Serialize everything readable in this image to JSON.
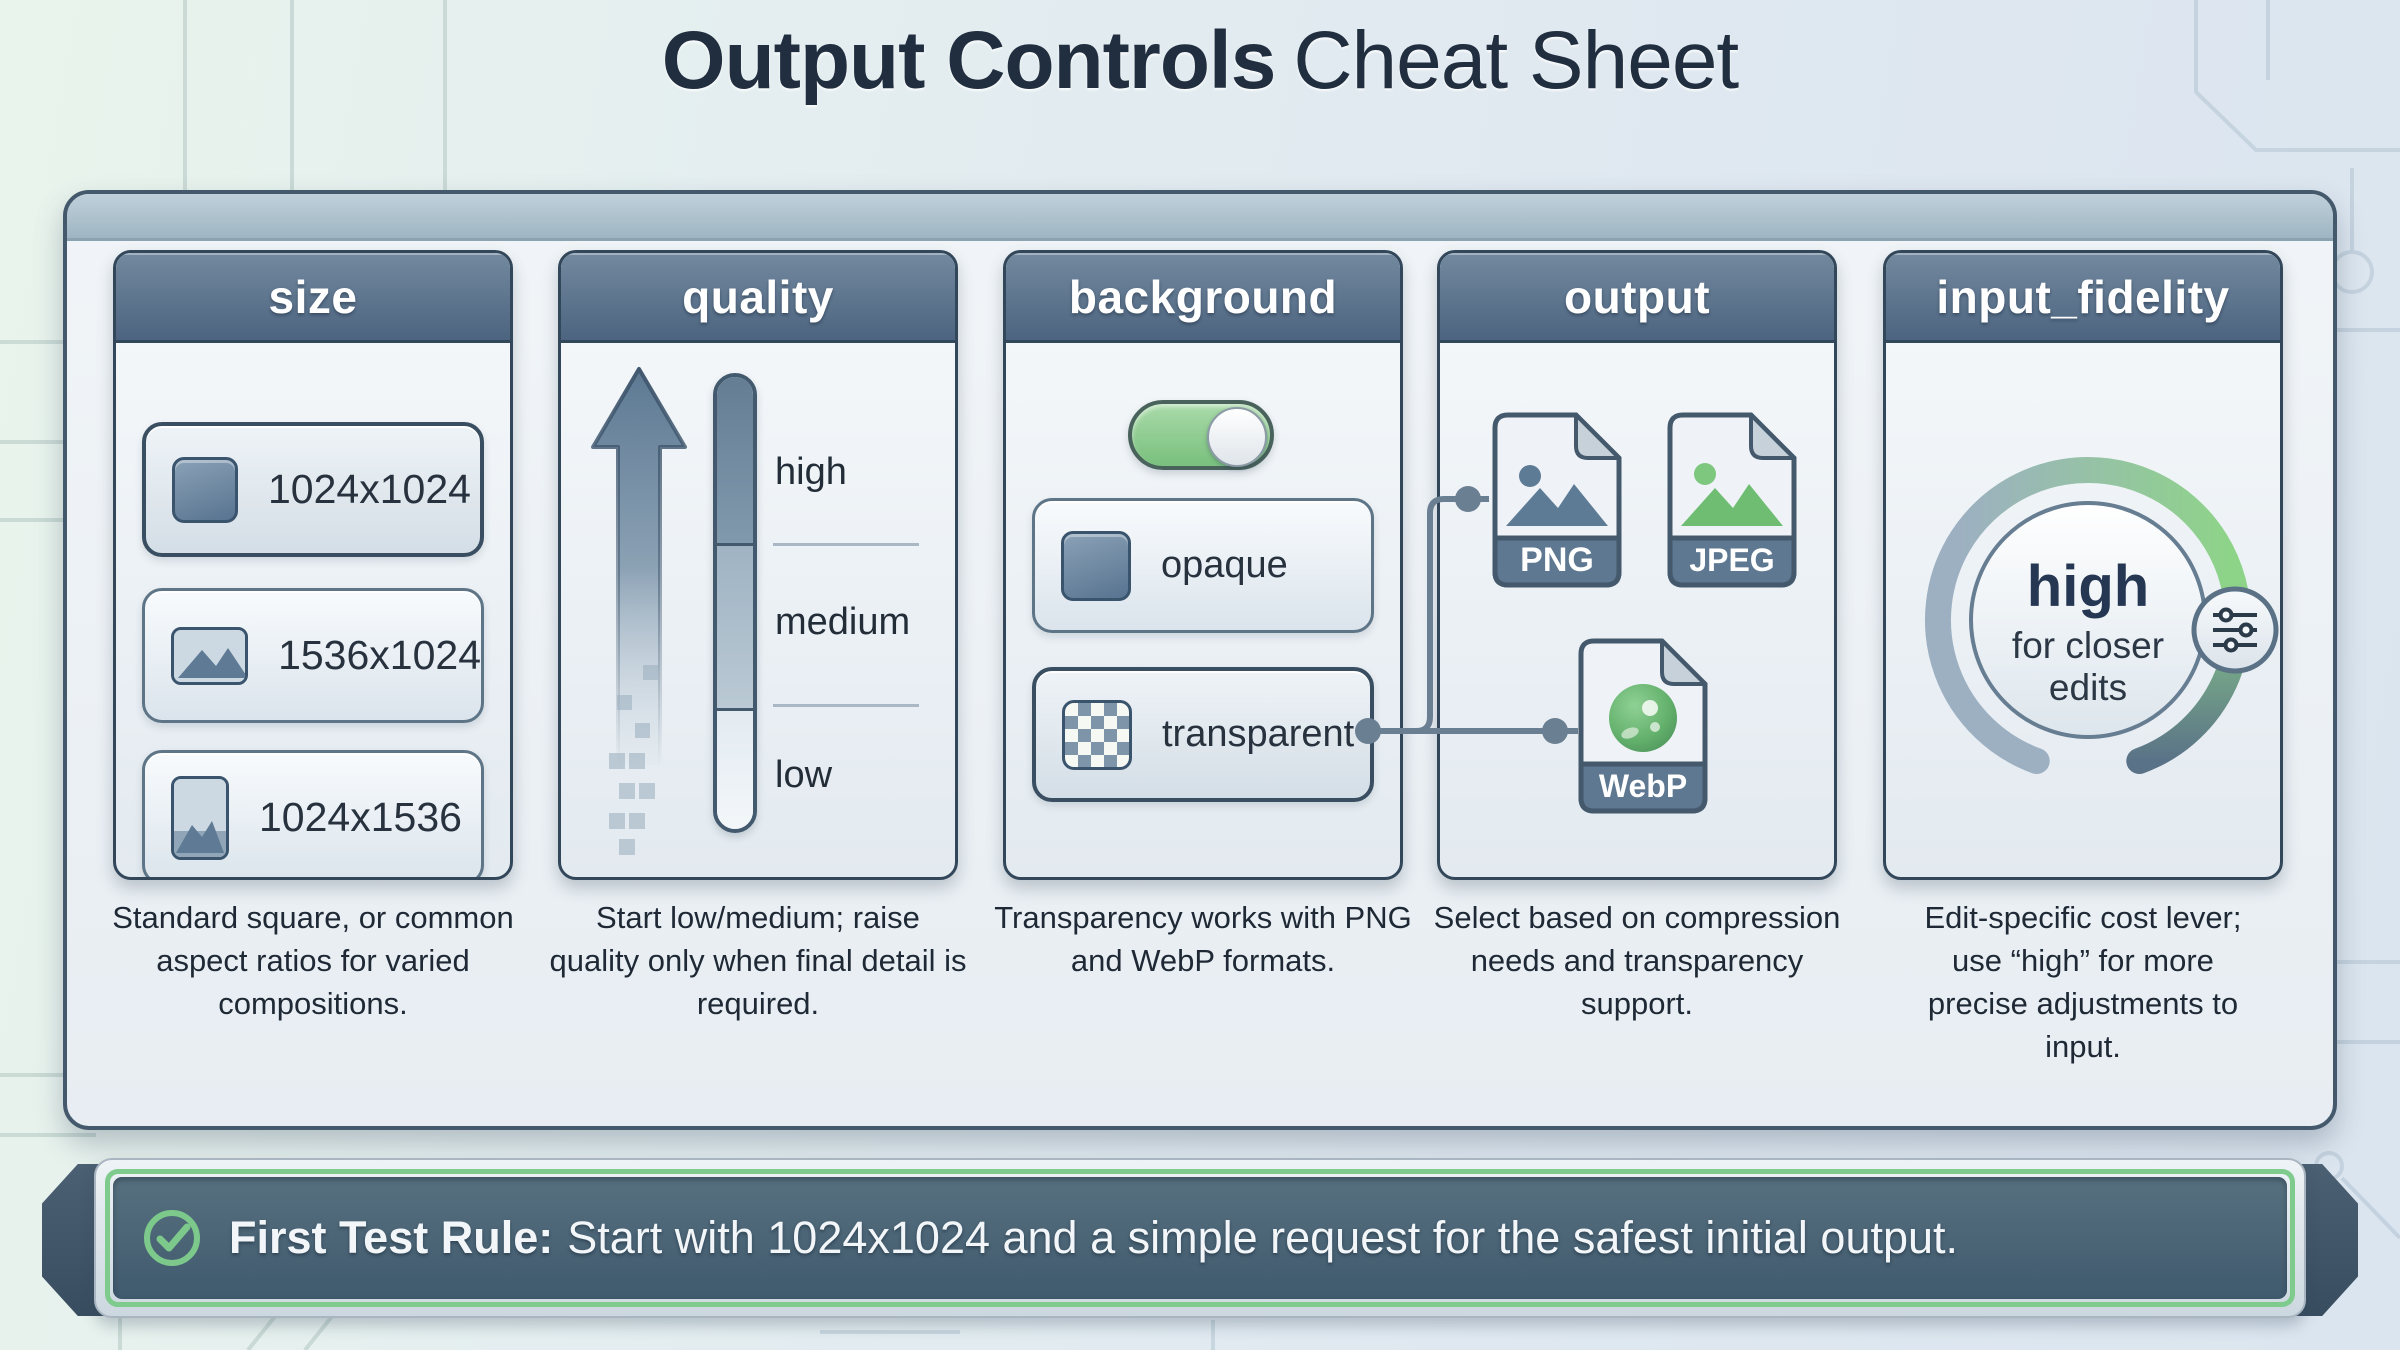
{
  "title": {
    "bold": "Output Controls",
    "regular": "Cheat Sheet"
  },
  "columns": [
    {
      "id": "size",
      "header": "size",
      "items": [
        {
          "label": "1024x1024",
          "icon": "square-icon",
          "selected": true
        },
        {
          "label": "1536x1024",
          "icon": "landscape-image-icon",
          "selected": false
        },
        {
          "label": "1024x1536",
          "icon": "portrait-image-icon",
          "selected": false
        }
      ],
      "caption": "Standard square, or common aspect ratios for varied compositions."
    },
    {
      "id": "quality",
      "header": "quality",
      "levels": [
        "high",
        "medium",
        "low"
      ],
      "caption": "Start low/medium; raise quality only when final detail is required."
    },
    {
      "id": "background",
      "header": "background",
      "toggle_state": "on",
      "options": [
        {
          "label": "opaque",
          "icon": "solid-square-icon",
          "selected": false
        },
        {
          "label": "transparent",
          "icon": "checkerboard-icon",
          "selected": true
        }
      ],
      "caption": "Transparency works with PNG and WebP formats."
    },
    {
      "id": "output",
      "header": "output",
      "formats": [
        "PNG",
        "JPEG",
        "WebP"
      ],
      "caption": "Select based on compression needs and transparency support."
    },
    {
      "id": "input_fidelity",
      "header": "input_fidelity",
      "dial_value": "high",
      "dial_note_line1": "for closer",
      "dial_note_line2": "edits",
      "caption": "Edit-specific cost lever; use “high” for more precise adjustments to input."
    }
  ],
  "footer": {
    "label": "First Test Rule:",
    "text": "Start with 1024x1024 and a simple request for the safest initial output."
  },
  "colors": {
    "accent_green": "#7fca8d",
    "toggle_green": "#8fd194",
    "slate_header": "#5a7390",
    "panel_border": "#44596c",
    "title_navy": "#212e3f",
    "connector": "#6b7f93"
  }
}
